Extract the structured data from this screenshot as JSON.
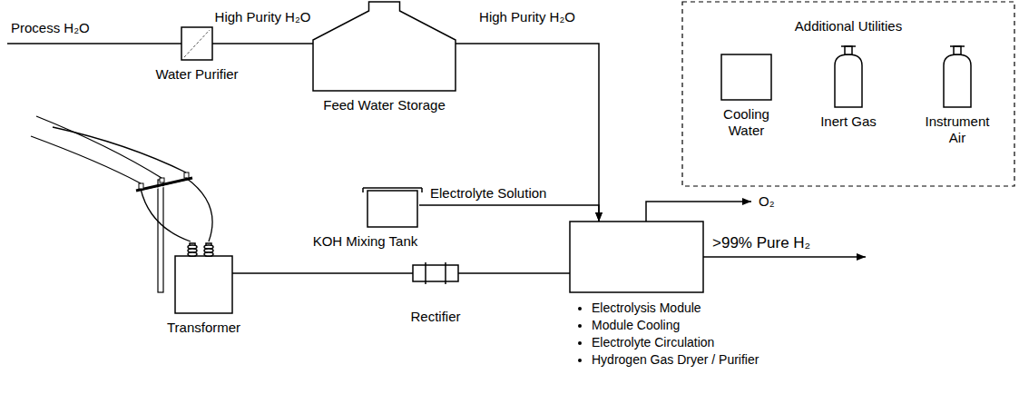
{
  "diagram": {
    "nodes": [
      {
        "text": [
          "Water Purifier"
        ]
      },
      {
        "text": [
          "Feed Water Storage"
        ]
      },
      {
        "text": [
          "Additional Utilities"
        ]
      },
      {
        "text": [
          "Cooling Water"
        ],
        "in": 2
      },
      {
        "text": [
          "Inert Gas"
        ],
        "in": 2
      },
      {
        "text": [
          "Instrument Air"
        ],
        "in": 2
      },
      {
        "text": [
          "KOH Mixing Tank"
        ]
      },
      {
        "text": [
          "Transformer"
        ]
      },
      {
        "text": [
          "Rectifier"
        ]
      },
      {
        "text": [
          "Electrolysis Module",
          "Module Cooling",
          "Electrolyte Circulation",
          "Hydrogen Gas Dryer / Purifier"
        ]
      }
    ],
    "edges": [
      {
        "from": 0,
        "to": 1,
        "label": "High Purity H₂O",
        "arrow": "none"
      },
      {
        "from": 1,
        "to": 9,
        "label": "High Purity H₂O",
        "arrow": "to"
      },
      {
        "from": 6,
        "to": 9,
        "label": "Electrolyte Solution",
        "arrow": "to"
      },
      {
        "from": 7,
        "to": 8,
        "arrow": "none"
      },
      {
        "from": 8,
        "to": 9,
        "arrow": "none"
      }
    ],
    "labels": [
      "Process H₂O",
      "O₂",
      ">99% Pure H₂"
    ]
  }
}
